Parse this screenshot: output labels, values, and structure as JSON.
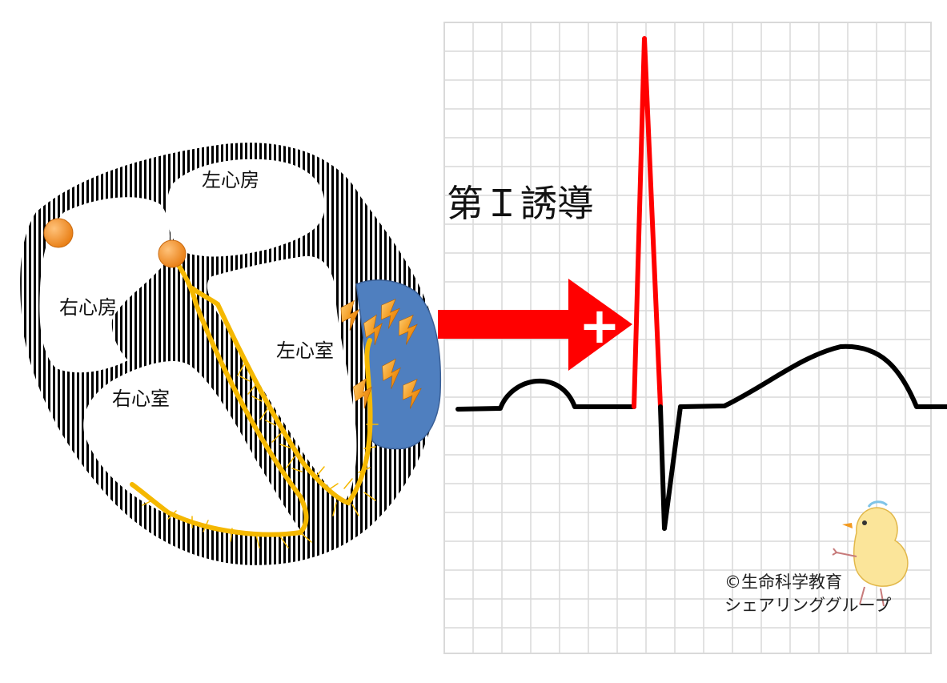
{
  "heart": {
    "right_atrium": "右心房",
    "left_atrium": "左心房",
    "right_ventricle": "右心室",
    "left_ventricle": "左心室"
  },
  "ecg": {
    "lead_title": "第Ｉ誘導",
    "direction_sign": "+"
  },
  "credit": {
    "line1": "©生命科学教育",
    "line2": "シェアリンググループ"
  },
  "colors": {
    "conduction": "#f5b800",
    "node": "#f08a1e",
    "lv_depolarization": "#4f7fbf",
    "arrow": "#ff0000",
    "r_wave": "#ff0000",
    "trace": "#000000",
    "grid": "#d9d9d9"
  },
  "icons": {
    "lightning": "lightning-bolt-icon",
    "mascot": "chick-mascot"
  }
}
